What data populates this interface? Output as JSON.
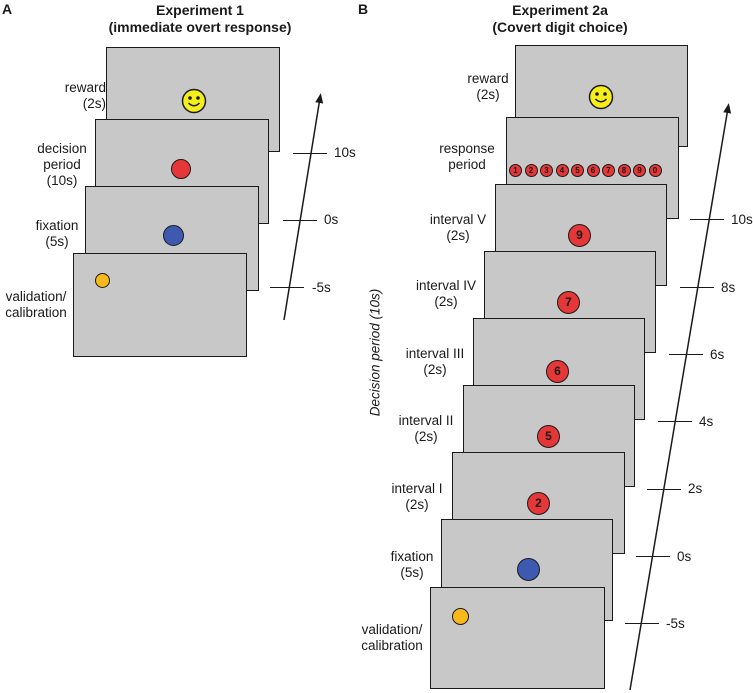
{
  "panel_a": {
    "letter": "A",
    "title_line1": "Experiment 1",
    "title_line2": "(immediate overt response)",
    "screens": [
      {
        "label": [
          "reward",
          "(2s)"
        ],
        "stimulus": "smiley-face"
      },
      {
        "label": [
          "decision",
          "period",
          "(10s)"
        ],
        "stimulus": "red-dot"
      },
      {
        "label": [
          "fixation",
          "(5s)"
        ],
        "stimulus": "blue-dot"
      },
      {
        "label": [
          "validation/",
          "calibration"
        ],
        "stimulus": "yellow-dot"
      }
    ],
    "ticks": [
      "10s",
      "0s",
      "-5s"
    ]
  },
  "panel_b": {
    "letter": "B",
    "title_line1": "Experiment 2a",
    "title_line2": "(Covert digit choice)",
    "axis_label": "Decision period (10s)",
    "screens": [
      {
        "label": [
          "reward",
          "(2s)"
        ],
        "stimulus": "smiley-face"
      },
      {
        "label": [
          "response",
          "period"
        ],
        "stimulus": "digit-row"
      },
      {
        "label": [
          "interval V",
          "(2s)"
        ],
        "digit": "9"
      },
      {
        "label": [
          "interval IV",
          "(2s)"
        ],
        "digit": "7"
      },
      {
        "label": [
          "interval III",
          "(2s)"
        ],
        "digit": "6"
      },
      {
        "label": [
          "interval II",
          "(2s)"
        ],
        "digit": "5"
      },
      {
        "label": [
          "interval I",
          "(2s)"
        ],
        "digit": "2"
      },
      {
        "label": [
          "fixation",
          "(5s)"
        ],
        "stimulus": "blue-dot"
      },
      {
        "label": [
          "validation/",
          "calibration"
        ],
        "stimulus": "yellow-dot"
      }
    ],
    "response_digits": [
      "1",
      "2",
      "3",
      "4",
      "5",
      "6",
      "7",
      "8",
      "9",
      "0"
    ],
    "ticks": [
      "10s",
      "8s",
      "6s",
      "4s",
      "2s",
      "0s",
      "-5s"
    ]
  },
  "colors": {
    "screen": "#c8c8c8",
    "red": "#e53737",
    "blue": "#3d5ab0",
    "yellow": "#f7b919",
    "smiley": "#f5ee1a"
  }
}
